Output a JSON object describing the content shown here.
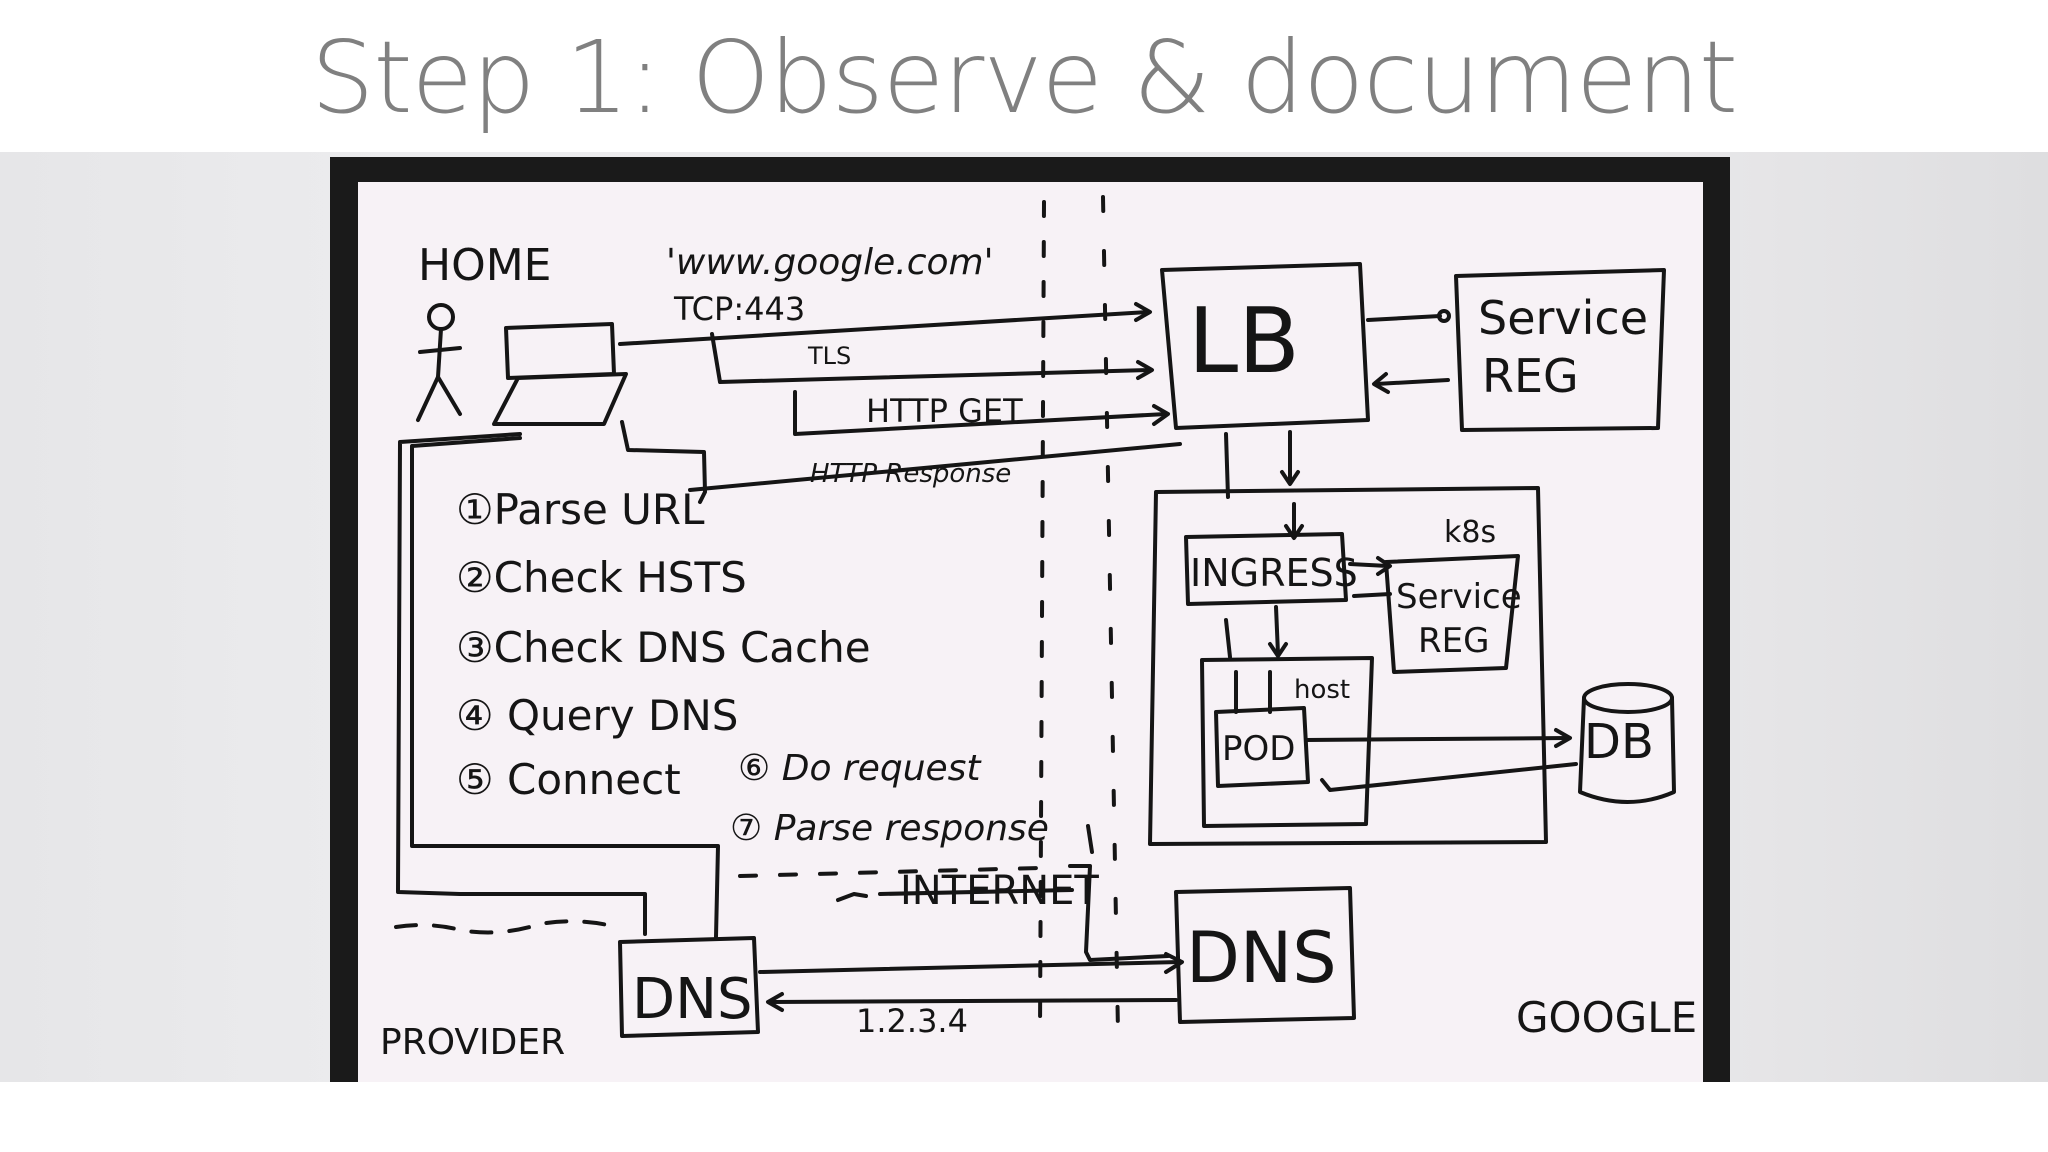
{
  "slide": {
    "title": "Step 1: Observe & document"
  },
  "whiteboard": {
    "home": {
      "label": "HOME",
      "url": "'www.google.com'",
      "protocol": "TCP:443",
      "steps": [
        "①Parse URL",
        "②Check HSTS",
        "③Check DNS Cache",
        "④ Query DNS",
        "⑤ Connect",
        "⑥ Do request",
        "⑦ Parse response"
      ]
    },
    "connection_labels": {
      "tls": "TLS",
      "http_get": "HTTP GET",
      "http_response": "HTTP Response",
      "internet": "INTERNET",
      "ip": "1.2.3.4"
    },
    "provider": {
      "label": "PROVIDER",
      "dns": "DNS"
    },
    "google": {
      "label": "GOOGLE",
      "lb": "LB",
      "service_reg_line1": "Service",
      "service_reg_line2": "REG",
      "k8s": "k8s",
      "ingress": "INGRESS",
      "k8s_service_line1": "Service",
      "k8s_service_line2": "REG",
      "host": "host",
      "pod": "POD",
      "db": "DB",
      "dns": "DNS"
    }
  }
}
